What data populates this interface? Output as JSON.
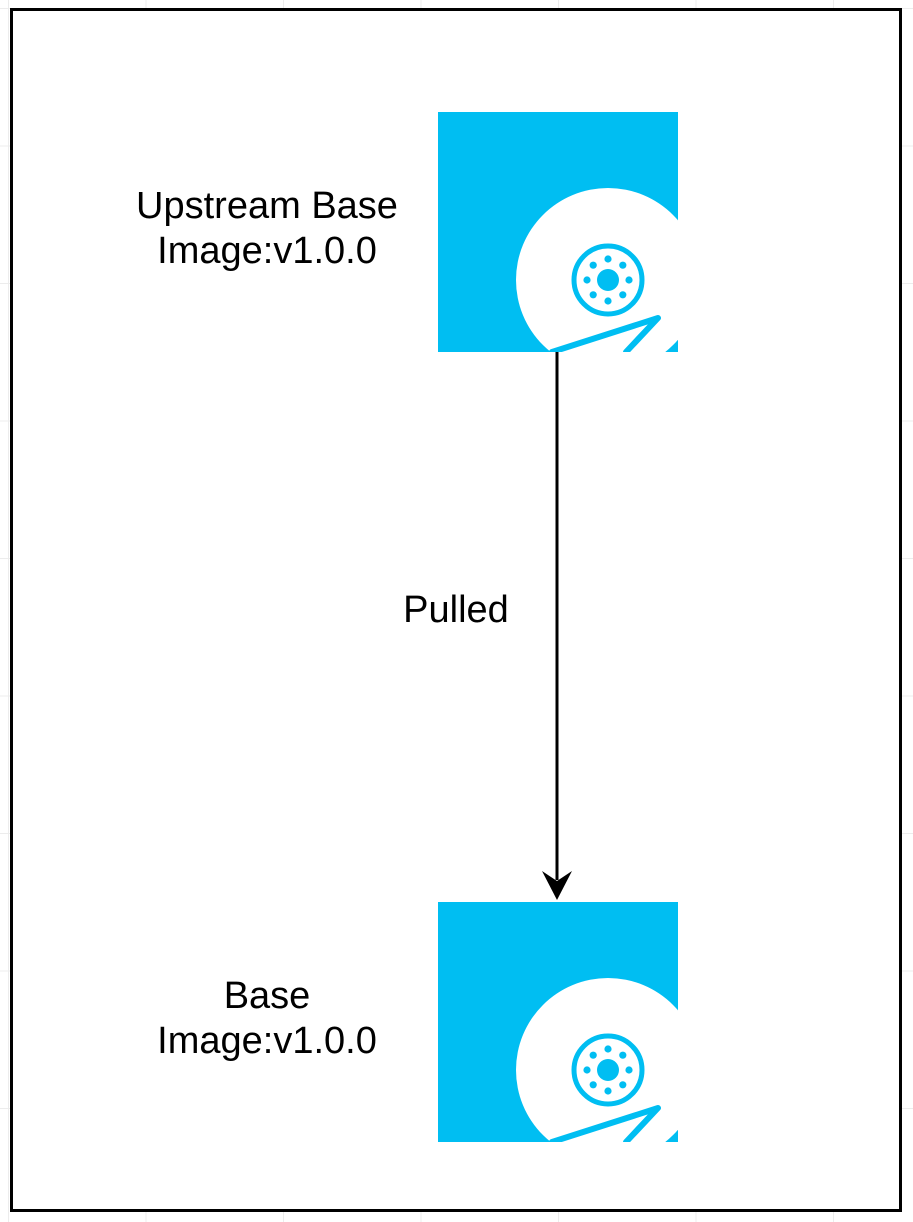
{
  "colors": {
    "disk_fill": "#00bef2",
    "disk_face": "#ffffff",
    "frame_border": "#000000",
    "arrow": "#000000"
  },
  "nodes": [
    {
      "id": "upstream",
      "icon": "hard-disk-icon",
      "label_line1": "Upstream Base",
      "label_line2": "Image:v1.0.0"
    },
    {
      "id": "base",
      "icon": "hard-disk-icon",
      "label_line1": "Base",
      "label_line2": "Image:v1.0.0"
    }
  ],
  "edges": [
    {
      "from": "upstream",
      "to": "base",
      "label": "Pulled"
    }
  ]
}
